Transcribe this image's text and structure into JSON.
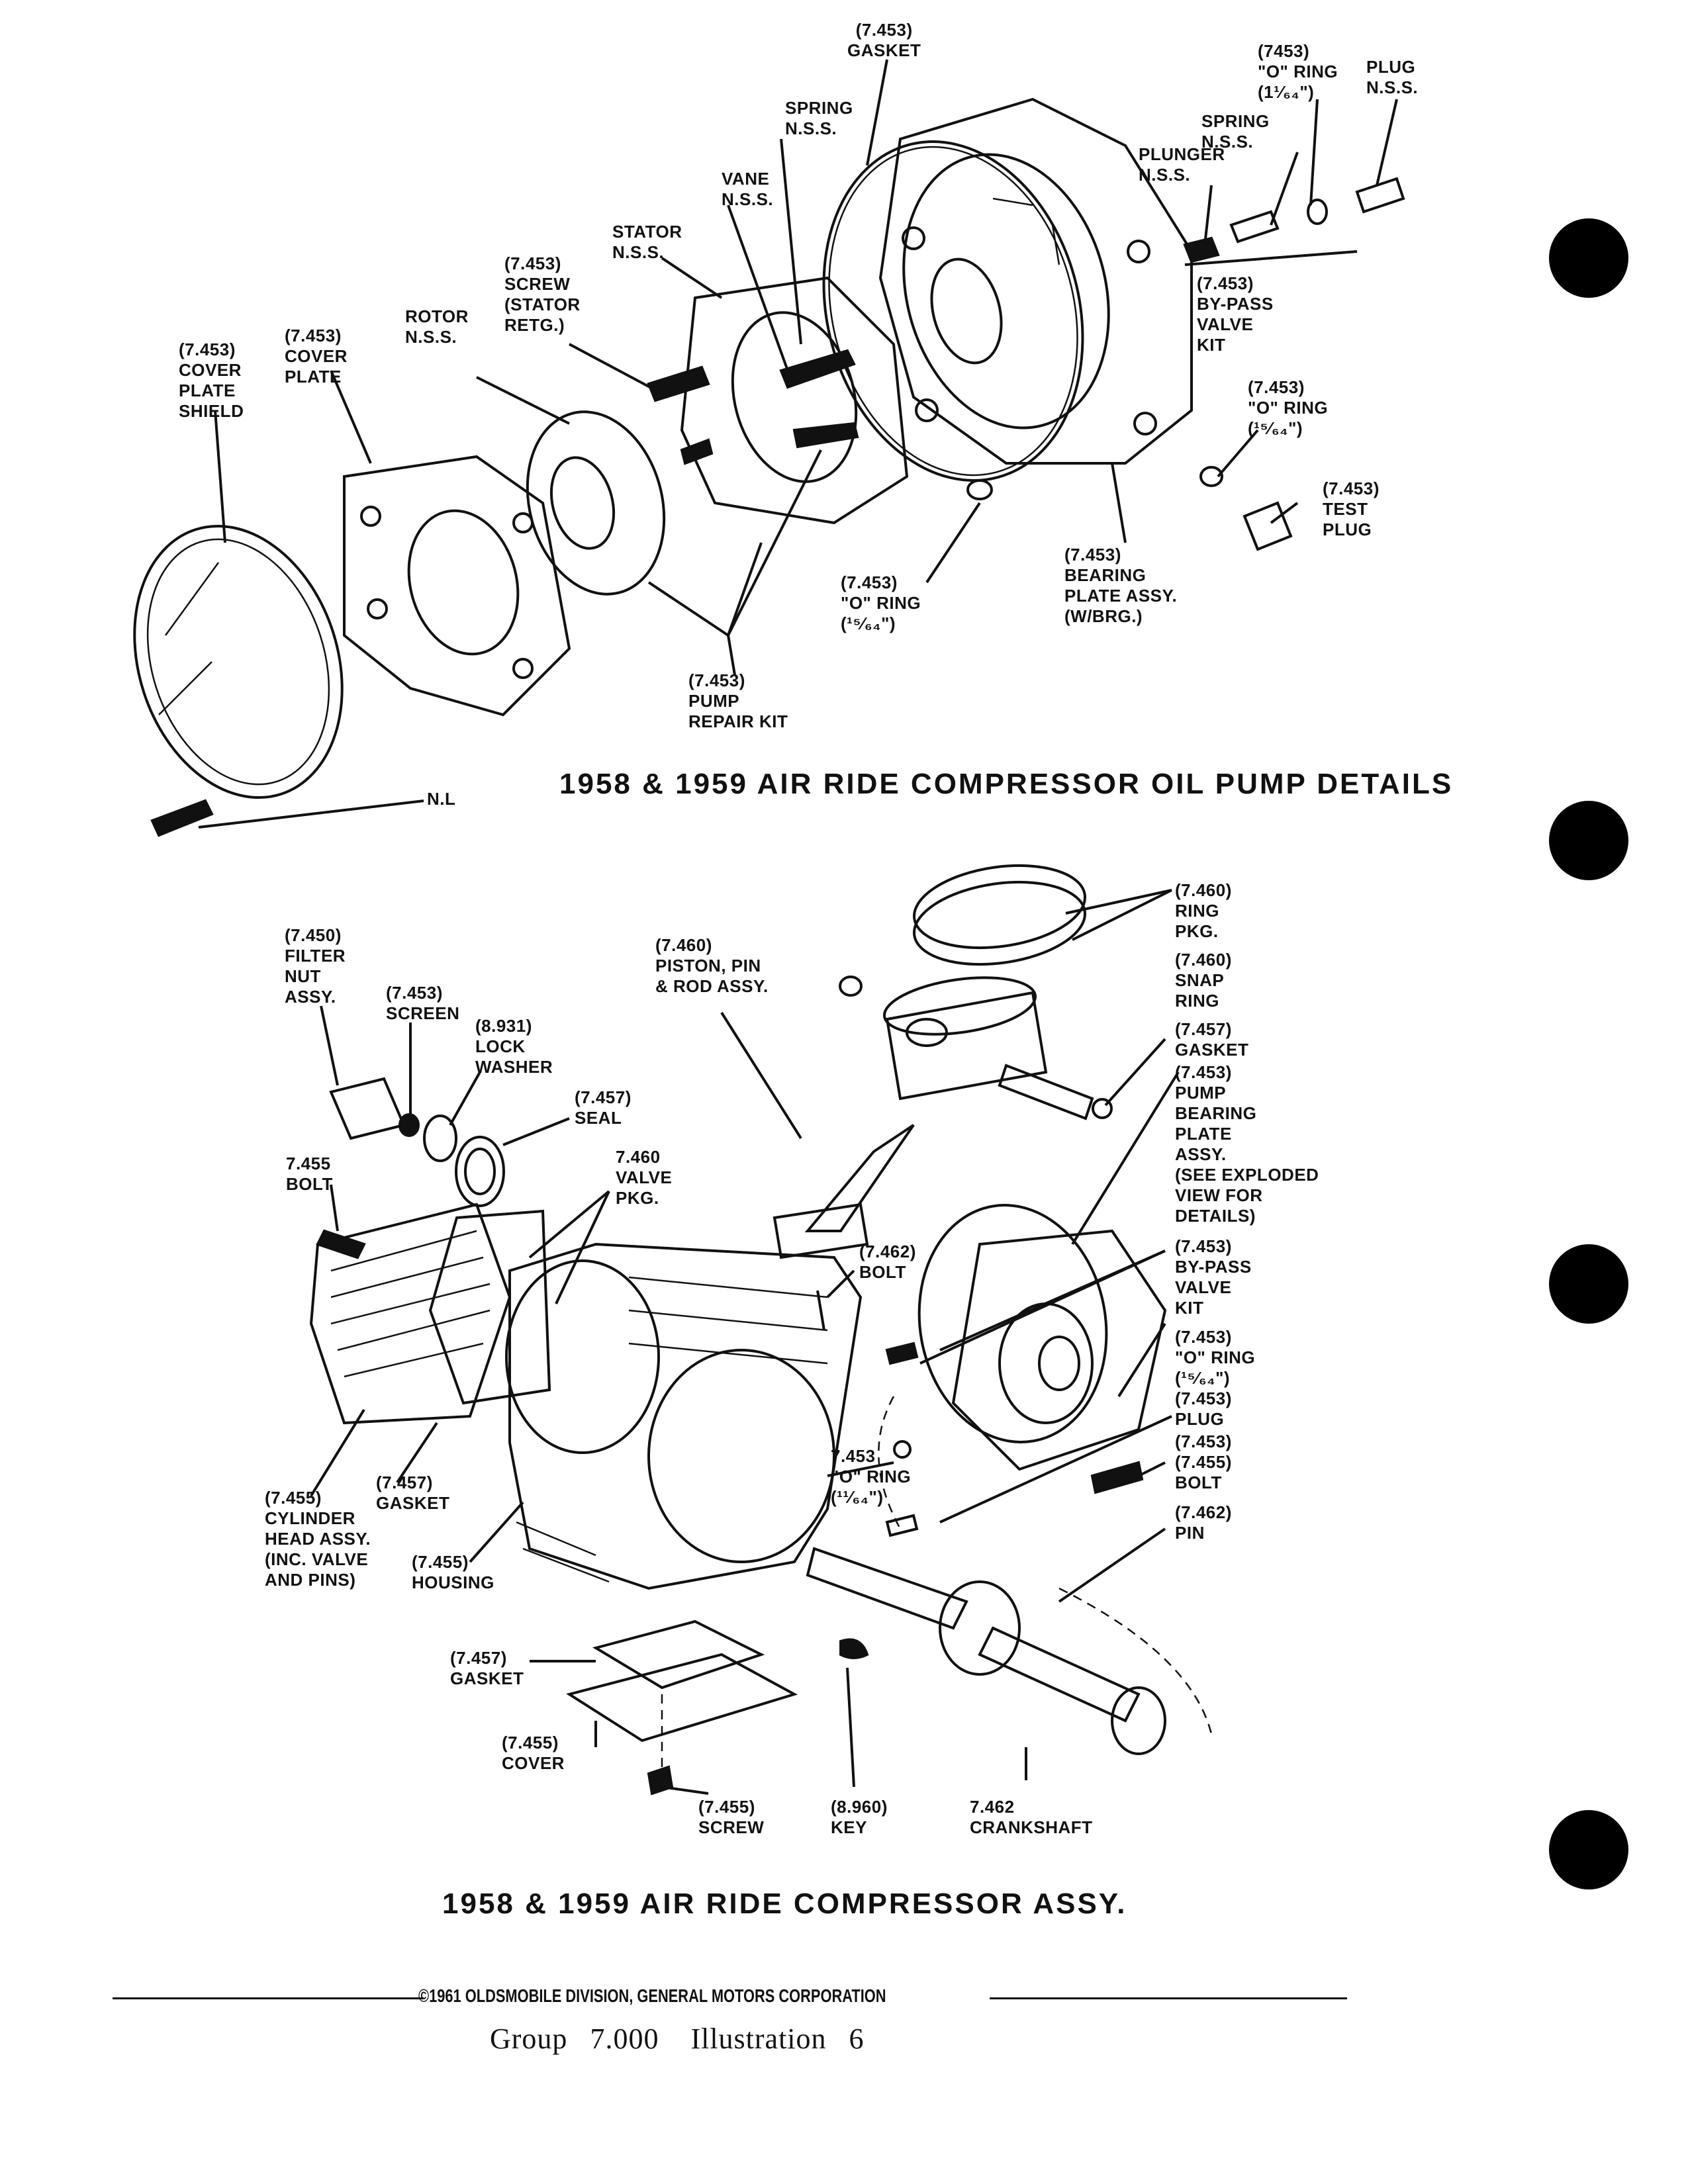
{
  "top_title": "1958 & 1959 AIR RIDE COMPRESSOR OIL PUMP DETAILS",
  "bottom_title": "1958 & 1959 AIR RIDE COMPRESSOR ASSY.",
  "footer": {
    "copyright": "©1961 OLDSMOBILE DIVISION, GENERAL MOTORS CORPORATION",
    "group_label": "Group",
    "group_number": "7.000",
    "illustration_label": "Illustration",
    "illustration_number": "6"
  },
  "top_labels": {
    "gasket": "(7.453)\nGASKET",
    "o_ring_top": "(7453)\n\"O\" RING\n(1¹⁄₆₄\")",
    "plug": "PLUG\nN.S.S.",
    "spring_pump": "SPRING\nN.S.S.",
    "spring_valve": "SPRING\nN.S.S.",
    "plunger": "PLUNGER\nN.S.S.",
    "vane": "VANE\nN.S.S.",
    "stator": "STATOR\nN.S.S.",
    "screw_stator": "(7.453)\nSCREW\n(STATOR\nRETG.)",
    "rotor": "ROTOR\nN.S.S.",
    "cover_plate": "(7.453)\nCOVER\nPLATE",
    "cover_plate_shield": "(7.453)\nCOVER\nPLATE\nSHIELD",
    "bypass_kit": "(7.453)\nBY-PASS\nVALVE\nKIT",
    "o_ring_right": "(7.453)\n\"O\" RING\n(¹⁵⁄₆₄\")",
    "test_plug": "(7.453)\nTEST\nPLUG",
    "bearing_plate": "(7.453)\nBEARING\nPLATE ASSY.\n(W/BRG.)",
    "o_ring_bottom": "(7.453)\n\"O\" RING\n(¹⁵⁄₆₄\")",
    "pump_repair_kit": "(7.453)\nPUMP\nREPAIR KIT",
    "nl": "N.L"
  },
  "bottom_labels": {
    "ring_pkg": "(7.460)\nRING\nPKG.",
    "snap_ring": "(7.460)\nSNAP\nRING",
    "gasket_right": "(7.457)\nGASKET",
    "pump_bearing_plate": "(7.453)\nPUMP\nBEARING\nPLATE\nASSY.\n(SEE EXPLODED\nVIEW FOR\nDETAILS)",
    "bypass_kit": "(7.453)\nBY-PASS\nVALVE\nKIT",
    "o_ring_right": "(7.453)\n\"O\" RING\n(¹⁵⁄₆₄\")",
    "plug": "(7.453)\nPLUG",
    "bolt_right": "(7.453)\n(7.455)\nBOLT",
    "pin": "(7.462)\nPIN",
    "filter_nut": "(7.450)\nFILTER\nNUT\nASSY.",
    "screen": "(7.453)\nSCREEN",
    "lock_washer": "(8.931)\nLOCK\nWASHER",
    "seal": "(7.457)\nSEAL",
    "bolt_left": "7.455\nBOLT",
    "valve_pkg": "7.460\nVALVE\nPKG.",
    "piston": "(7.460)\nPISTON, PIN\n& ROD ASSY.",
    "bolt_rod": "(7.462)\nBOLT",
    "o_ring_mid": "7.453\n\"O\" RING\n(¹¹⁄₆₄\")",
    "cylinder_head": "(7.455)\nCYLINDER\nHEAD ASSY.\n(INC. VALVE\nAND PINS)",
    "gasket_head": "(7.457)\nGASKET",
    "housing": "(7.455)\nHOUSING",
    "gasket_bottom": "(7.457)\nGASKET",
    "cover": "(7.455)\nCOVER",
    "screw": "(7.455)\nSCREW",
    "key": "(8.960)\nKEY",
    "crankshaft": "7.462\nCRANKSHAFT"
  }
}
